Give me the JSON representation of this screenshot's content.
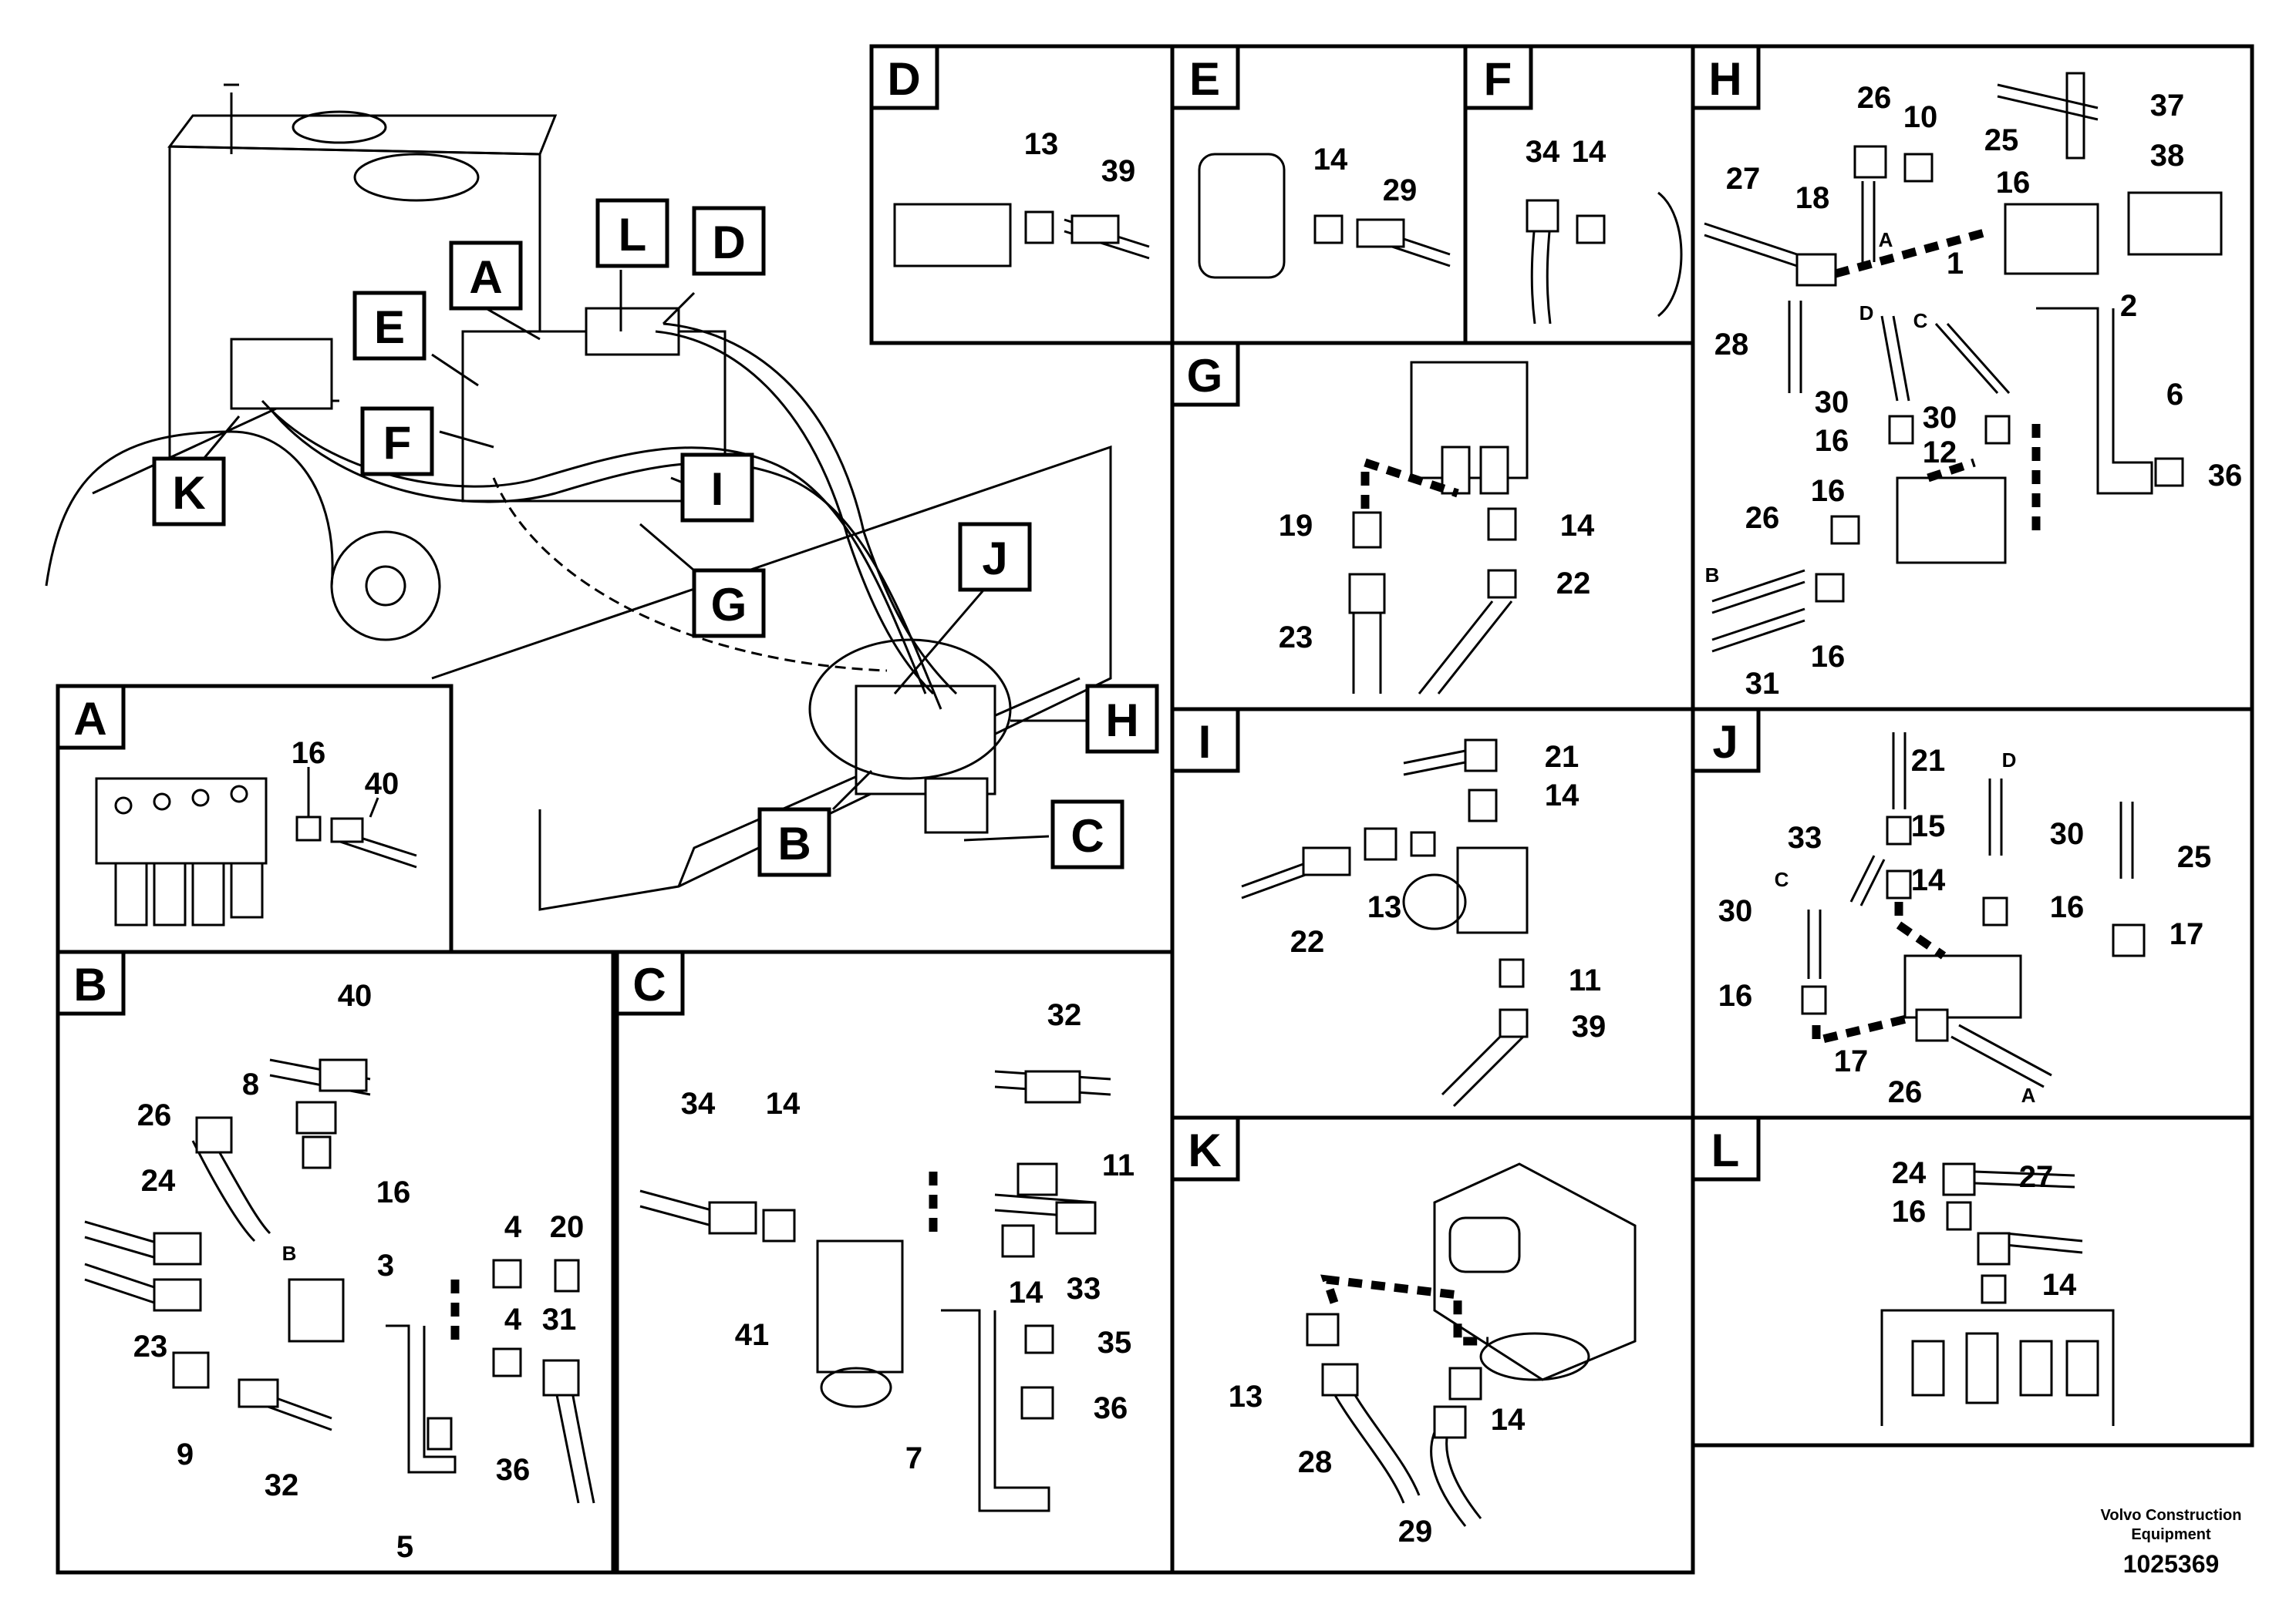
{
  "panels": {
    "main": {
      "tags": [
        "A",
        "B",
        "C",
        "D",
        "E",
        "F",
        "G",
        "H",
        "I",
        "J",
        "K",
        "L"
      ]
    },
    "A": {
      "letter": "A",
      "callouts": [
        "16",
        "40"
      ]
    },
    "B": {
      "letter": "B",
      "callouts": [
        "40",
        "8",
        "26",
        "16",
        "24",
        "3",
        "23",
        "9",
        "32",
        "5",
        "36",
        "4",
        "20",
        "4",
        "31"
      ],
      "notes": [
        "B"
      ]
    },
    "C": {
      "letter": "C",
      "callouts": [
        "32",
        "11",
        "34",
        "14",
        "33",
        "14",
        "41",
        "35",
        "36",
        "7"
      ]
    },
    "D": {
      "letter": "D",
      "callouts": [
        "13",
        "39"
      ]
    },
    "E": {
      "letter": "E",
      "callouts": [
        "14",
        "29"
      ]
    },
    "F": {
      "letter": "F",
      "callouts": [
        "34",
        "14"
      ]
    },
    "G": {
      "letter": "G",
      "callouts": [
        "19",
        "14",
        "22",
        "23"
      ]
    },
    "H": {
      "letter": "H",
      "callouts": [
        "26",
        "10",
        "37",
        "25",
        "38",
        "27",
        "18",
        "16",
        "1",
        "2",
        "28",
        "30",
        "30",
        "6",
        "16",
        "12",
        "36",
        "16",
        "26",
        "31",
        "16"
      ],
      "notes": [
        "A",
        "D",
        "C",
        "B"
      ]
    },
    "I": {
      "letter": "I",
      "callouts": [
        "21",
        "14",
        "13",
        "22",
        "11",
        "39"
      ]
    },
    "J": {
      "letter": "J",
      "callouts": [
        "21",
        "33",
        "15",
        "30",
        "25",
        "30",
        "14",
        "16",
        "17",
        "16",
        "17",
        "26"
      ],
      "notes": [
        "D",
        "C",
        "A"
      ]
    },
    "K": {
      "letter": "K",
      "callouts": [
        "13",
        "28",
        "14",
        "29"
      ]
    },
    "L": {
      "letter": "L",
      "callouts": [
        "24",
        "27",
        "16",
        "14"
      ]
    }
  },
  "footer": {
    "credit_line1": "Volvo Construction",
    "credit_line2": "Equipment",
    "ref_number": "1025369"
  }
}
